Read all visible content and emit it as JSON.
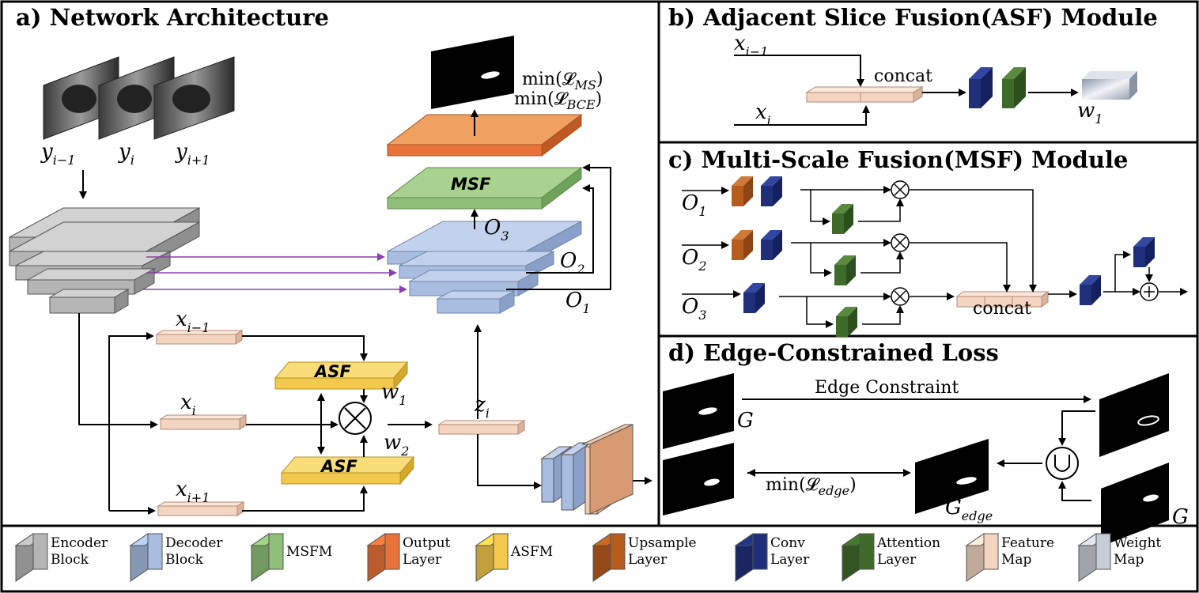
{
  "panels": {
    "a_title": "a) Network Architecture",
    "b_title": "b) Adjacent Slice Fusion(ASF) Module",
    "c_title": "c) Multi-Scale Fusion(MSF) Module",
    "d_title": "d) Edge-Constrained Loss"
  },
  "network": {
    "inputs": [
      "y",
      "y",
      "y"
    ],
    "input_subs": [
      "i−1",
      "i",
      "i+1"
    ],
    "loss_ms": "min(𝓛",
    "loss_ms_sub": "MS",
    "loss_bce": "min(𝓛",
    "loss_bce_sub": "BCE",
    "close_paren": ")",
    "msf_label": "MSF",
    "asf_label": "ASF",
    "o1": "O",
    "o1_sub": "1",
    "o2": "O",
    "o2_sub": "2",
    "o3": "O",
    "o3_sub": "3",
    "x_prev": "x",
    "x_prev_sub": "i−1",
    "x_cur": "x",
    "x_cur_sub": "i",
    "x_next": "x",
    "x_next_sub": "i+1",
    "w1": "w",
    "w1_sub": "1",
    "w2": "w",
    "w2_sub": "2",
    "z": "z",
    "z_sub": "i"
  },
  "asf_module": {
    "x_prev": "x",
    "x_prev_sub": "i−1",
    "x_cur": "x",
    "x_cur_sub": "i",
    "concat": "concat",
    "w1": "w",
    "w1_sub": "1"
  },
  "msf_module": {
    "o1": "O",
    "o1_sub": "1",
    "o2": "O",
    "o2_sub": "2",
    "o3": "O",
    "o3_sub": "3",
    "concat": "concat"
  },
  "edge_loss": {
    "edge_constraint": "Edge Constraint",
    "g": "G",
    "g_edge": "G",
    "g_edge_sub": "edge",
    "loss": "min(𝓛",
    "loss_sub": "edge",
    "close_paren": ")"
  },
  "legend": [
    {
      "line1": "Encoder",
      "line2": "Block",
      "color": "#b5b5b5"
    },
    {
      "line1": "Decoder",
      "line2": "Block",
      "color": "#a8bde0"
    },
    {
      "line1": "MSFM",
      "line2": "",
      "color": "#8fbf78"
    },
    {
      "line1": "Output",
      "line2": "Layer",
      "color": "#e8733a"
    },
    {
      "line1": "ASFM",
      "line2": "",
      "color": "#f2c94c"
    },
    {
      "line1": "Upsample",
      "line2": "Layer",
      "color": "#b85c1e"
    },
    {
      "line1": "Conv",
      "line2": "Layer",
      "color": "#1f2f7a"
    },
    {
      "line1": "Attention",
      "line2": "Layer",
      "color": "#3f6b2a"
    },
    {
      "line1": "Feature",
      "line2": "Map",
      "color": "#f3d5c2"
    },
    {
      "line1": "Weight",
      "line2": "Map",
      "color": "#c9cdd6"
    }
  ]
}
